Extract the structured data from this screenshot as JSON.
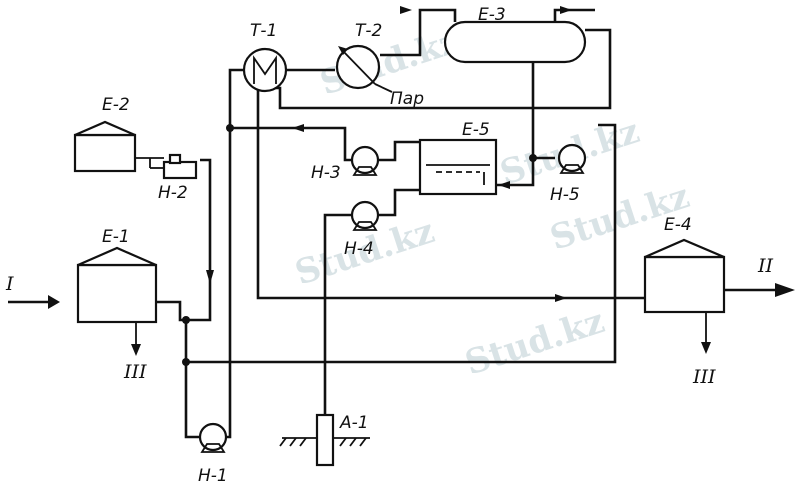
{
  "watermark": {
    "text": "Stud.kz"
  },
  "labels": {
    "e1": "Е-1",
    "e2": "Е-2",
    "e3": "Е-3",
    "e4": "Е-4",
    "e5": "Е-5",
    "t1": "Т-1",
    "t2": "Т-2",
    "n1": "Н-1",
    "n2": "Н-2",
    "n3": "Н-3",
    "n4": "Н-4",
    "n5": "Н-5",
    "a1": "А-1",
    "steam": "Пар",
    "stream_in": "I",
    "stream_out": "II",
    "drain_e1": "III",
    "drain_e4": "III"
  }
}
